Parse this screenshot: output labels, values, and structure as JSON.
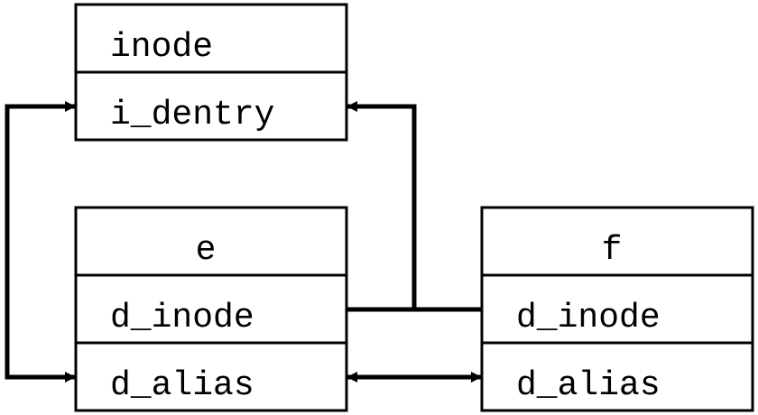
{
  "diagram": {
    "inode_struct": {
      "title": "inode",
      "fields": [
        "i_dentry"
      ]
    },
    "dentry_e": {
      "title": "e",
      "fields": [
        "d_inode",
        "d_alias"
      ]
    },
    "dentry_f": {
      "title": "f",
      "fields": [
        "d_inode",
        "d_alias"
      ]
    },
    "colors": {
      "stroke": "#000000",
      "background": "#ffffff"
    }
  }
}
